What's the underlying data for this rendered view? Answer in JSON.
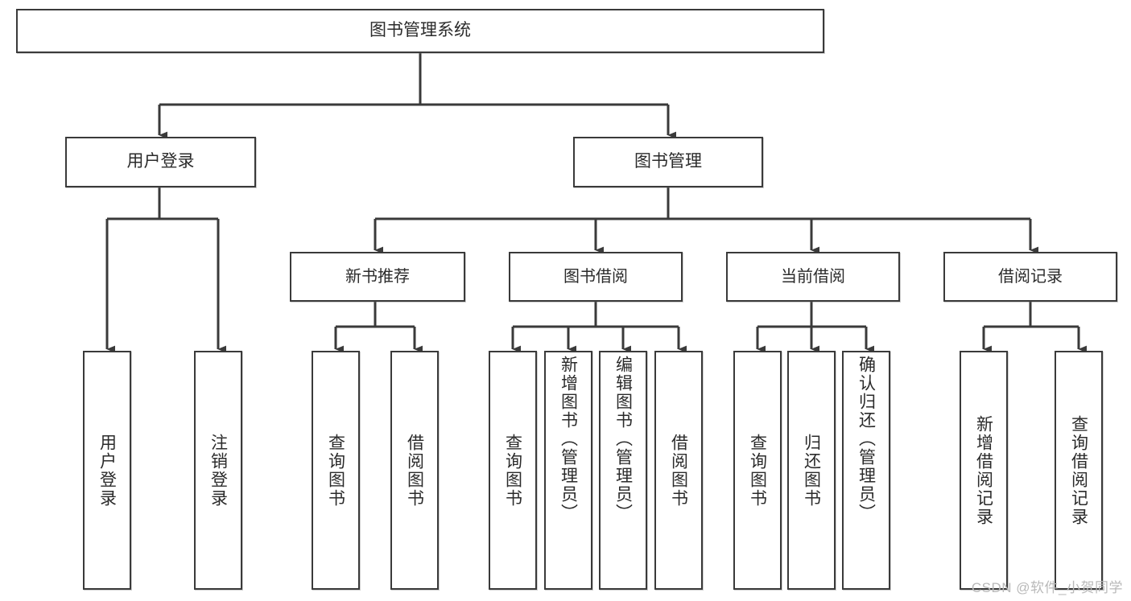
{
  "diagram": {
    "type": "tree-hierarchy",
    "title": "图书管理系统",
    "orientation": "top-down",
    "colors": {
      "stroke": "#3a3a3a",
      "fill": "#ffffff",
      "text": "#2b2b2b",
      "watermark": "#b9b9b9"
    },
    "root": {
      "label": "图书管理系统"
    },
    "level2": [
      {
        "label": "用户登录"
      },
      {
        "label": "图书管理"
      }
    ],
    "level3": [
      {
        "label": "新书推荐"
      },
      {
        "label": "图书借阅"
      },
      {
        "label": "当前借阅"
      },
      {
        "label": "借阅记录"
      }
    ],
    "leaves": {
      "user_login": [
        {
          "label": "用户登录"
        },
        {
          "label": "注销登录"
        }
      ],
      "new_book_recommend": [
        {
          "label": "查询图书"
        },
        {
          "label": "借阅图书"
        }
      ],
      "book_borrow": [
        {
          "label": "查询图书"
        },
        {
          "label": "新增图书（管理员）"
        },
        {
          "label": "编辑图书（管理员）"
        },
        {
          "label": "借阅图书"
        }
      ],
      "current_borrow": [
        {
          "label": "查询图书"
        },
        {
          "label": "归还图书"
        },
        {
          "label": "确认归还（管理员）"
        }
      ],
      "borrow_record": [
        {
          "label": "新增借阅记录"
        },
        {
          "label": "查询借阅记录"
        }
      ]
    }
  },
  "watermark": {
    "text": "CSDN @软件_小贺同学"
  }
}
